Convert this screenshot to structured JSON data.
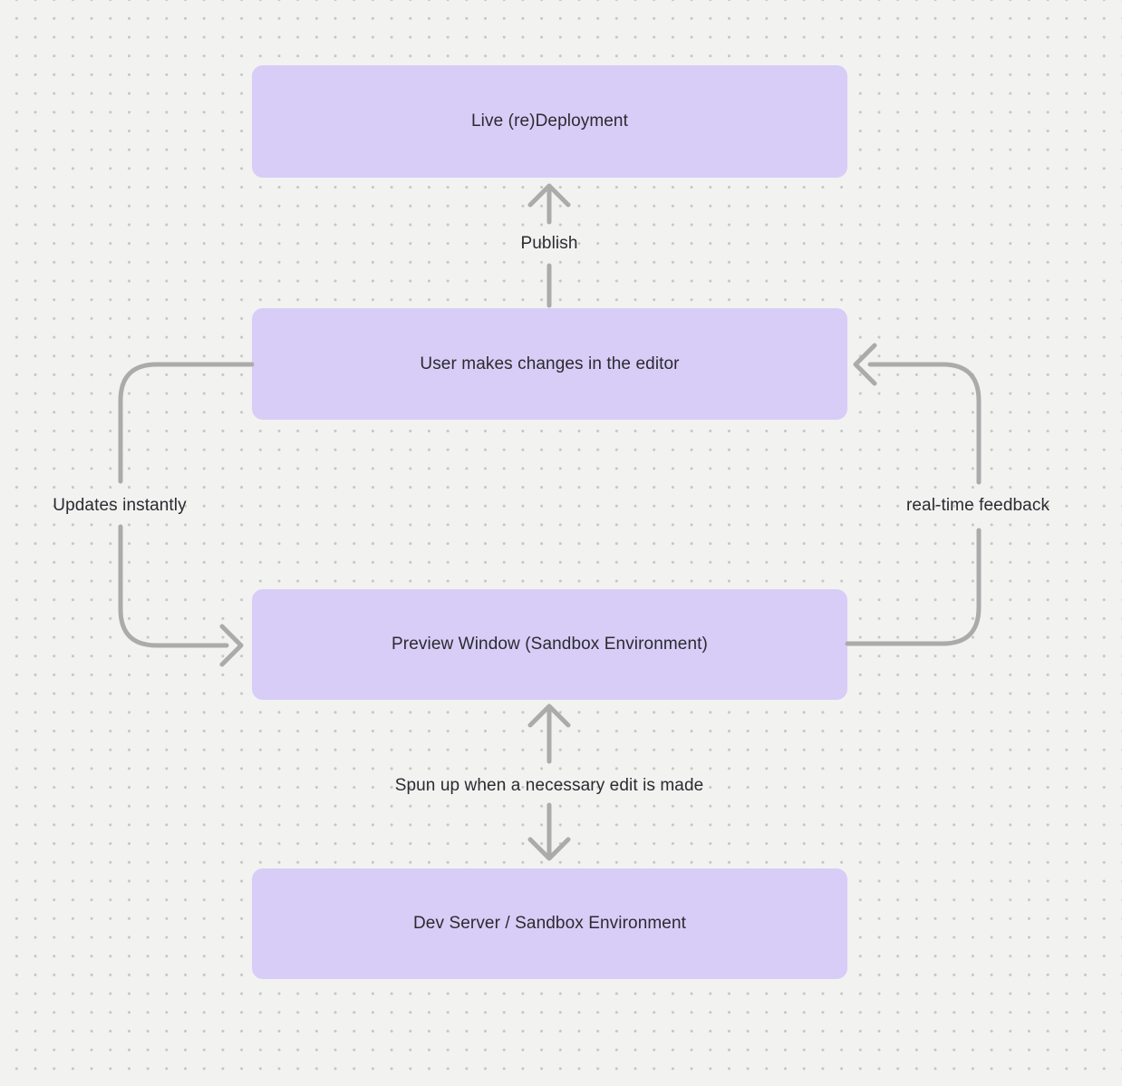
{
  "diagram": {
    "type": "flowchart",
    "background": "dot-grid",
    "nodes": [
      {
        "id": "live-deployment",
        "label": "Live (re)Deployment"
      },
      {
        "id": "editor",
        "label": "User makes changes in the editor"
      },
      {
        "id": "preview",
        "label": "Preview Window (Sandbox Environment)"
      },
      {
        "id": "dev-server",
        "label": "Dev Server / Sandbox Environment"
      }
    ],
    "edges": [
      {
        "from": "editor",
        "to": "live-deployment",
        "label": "Publish",
        "direction": "up"
      },
      {
        "from": "editor",
        "to": "preview",
        "label": "Updates instantly",
        "direction": "left-loop-down"
      },
      {
        "from": "preview",
        "to": "editor",
        "label": "real-time feedback",
        "direction": "right-loop-up"
      },
      {
        "from": "preview",
        "to": "dev-server",
        "label": "Spun up when a necessary edit is made",
        "direction": "bidirectional"
      }
    ],
    "colors": {
      "background": "#f2f2f1",
      "grid_dot": "#c6c6c6",
      "node_fill": "#d8cdf7",
      "node_text": "#2b2b31",
      "arrow": "#ababab",
      "label_text": "#2b2b31"
    }
  }
}
